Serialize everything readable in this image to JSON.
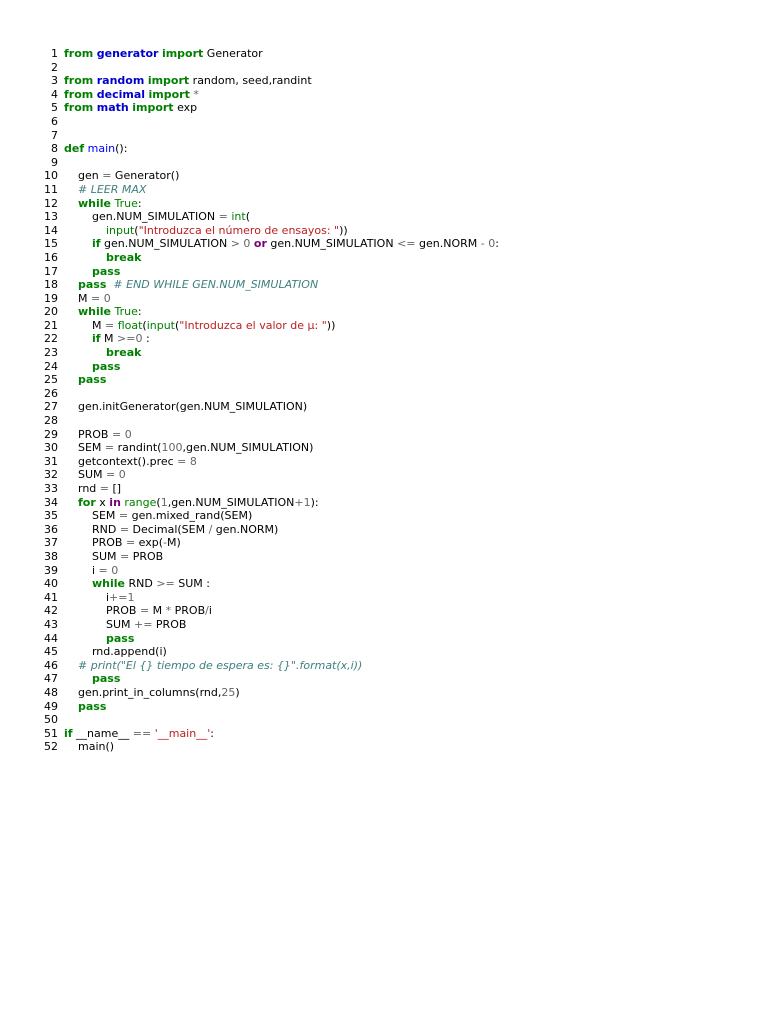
{
  "document": {
    "lines": [
      {
        "n": "1",
        "tokens": [
          [
            "kw",
            "from"
          ],
          [
            "t",
            " "
          ],
          [
            "nm",
            "generator"
          ],
          [
            "t",
            " "
          ],
          [
            "kw",
            "import"
          ],
          [
            "t",
            " Generator"
          ]
        ]
      },
      {
        "n": "2",
        "tokens": []
      },
      {
        "n": "3",
        "tokens": [
          [
            "kw",
            "from"
          ],
          [
            "t",
            " "
          ],
          [
            "nm",
            "random"
          ],
          [
            "t",
            " "
          ],
          [
            "kw",
            "import"
          ],
          [
            "t",
            " random, seed,randint"
          ]
        ]
      },
      {
        "n": "4",
        "tokens": [
          [
            "kw",
            "from"
          ],
          [
            "t",
            " "
          ],
          [
            "nm",
            "decimal"
          ],
          [
            "t",
            " "
          ],
          [
            "kw",
            "import"
          ],
          [
            "t",
            " "
          ],
          [
            "op",
            "*"
          ]
        ]
      },
      {
        "n": "5",
        "tokens": [
          [
            "kw",
            "from"
          ],
          [
            "t",
            " "
          ],
          [
            "nm",
            "math"
          ],
          [
            "t",
            " "
          ],
          [
            "kw",
            "import"
          ],
          [
            "t",
            " exp"
          ]
        ]
      },
      {
        "n": "6",
        "tokens": []
      },
      {
        "n": "7",
        "tokens": []
      },
      {
        "n": "8",
        "tokens": [
          [
            "kw",
            "def"
          ],
          [
            "t",
            " "
          ],
          [
            "fn",
            "main"
          ],
          [
            "t",
            "():"
          ]
        ]
      },
      {
        "n": "9",
        "tokens": []
      },
      {
        "n": "10",
        "tokens": [
          [
            "t",
            "    gen "
          ],
          [
            "op",
            "="
          ],
          [
            "t",
            " Generator()"
          ]
        ]
      },
      {
        "n": "11",
        "tokens": [
          [
            "t",
            "    "
          ],
          [
            "cm",
            "# LEER MAX"
          ]
        ]
      },
      {
        "n": "12",
        "tokens": [
          [
            "t",
            "    "
          ],
          [
            "kw",
            "while"
          ],
          [
            "t",
            " "
          ],
          [
            "bi",
            "True"
          ],
          [
            "t",
            ":"
          ]
        ]
      },
      {
        "n": "13",
        "tokens": [
          [
            "t",
            "        gen.NUM_SIMULATION "
          ],
          [
            "op",
            "="
          ],
          [
            "t",
            " "
          ],
          [
            "bi",
            "int"
          ],
          [
            "t",
            "("
          ]
        ]
      },
      {
        "n": "14",
        "tokens": [
          [
            "t",
            "            "
          ],
          [
            "bi",
            "input"
          ],
          [
            "t",
            "("
          ],
          [
            "str",
            "\"Introduzca el número de ensayos: \""
          ],
          [
            "t",
            "))"
          ]
        ]
      },
      {
        "n": "15",
        "tokens": [
          [
            "t",
            "        "
          ],
          [
            "kw",
            "if"
          ],
          [
            "t",
            " gen.NUM_SIMULATION "
          ],
          [
            "op",
            ">"
          ],
          [
            "t",
            " "
          ],
          [
            "num",
            "0"
          ],
          [
            "t",
            " "
          ],
          [
            "kw2",
            "or"
          ],
          [
            "t",
            " gen.NUM_SIMULATION "
          ],
          [
            "op",
            "<="
          ],
          [
            "t",
            " gen.NORM "
          ],
          [
            "op",
            "-"
          ],
          [
            "t",
            " "
          ],
          [
            "num",
            "0"
          ],
          [
            "t",
            ":"
          ]
        ]
      },
      {
        "n": "16",
        "tokens": [
          [
            "t",
            "            "
          ],
          [
            "kw",
            "break"
          ]
        ]
      },
      {
        "n": "17",
        "tokens": [
          [
            "t",
            "        "
          ],
          [
            "kw",
            "pass"
          ]
        ]
      },
      {
        "n": "18",
        "tokens": [
          [
            "t",
            "    "
          ],
          [
            "kw",
            "pass"
          ],
          [
            "t",
            "  "
          ],
          [
            "cm",
            "# END WHILE GEN.NUM_SIMULATION"
          ]
        ]
      },
      {
        "n": "19",
        "tokens": [
          [
            "t",
            "    M "
          ],
          [
            "op",
            "="
          ],
          [
            "t",
            " "
          ],
          [
            "num",
            "0"
          ]
        ]
      },
      {
        "n": "20",
        "tokens": [
          [
            "t",
            "    "
          ],
          [
            "kw",
            "while"
          ],
          [
            "t",
            " "
          ],
          [
            "bi",
            "True"
          ],
          [
            "t",
            ":"
          ]
        ]
      },
      {
        "n": "21",
        "tokens": [
          [
            "t",
            "        M "
          ],
          [
            "op",
            "="
          ],
          [
            "t",
            " "
          ],
          [
            "bi",
            "float"
          ],
          [
            "t",
            "("
          ],
          [
            "bi",
            "input"
          ],
          [
            "t",
            "("
          ],
          [
            "str",
            "\"Introduzca el valor de µ: \""
          ],
          [
            "t",
            "))"
          ]
        ]
      },
      {
        "n": "22",
        "tokens": [
          [
            "t",
            "        "
          ],
          [
            "kw",
            "if"
          ],
          [
            "t",
            " M "
          ],
          [
            "op",
            ">="
          ],
          [
            "num",
            "0"
          ],
          [
            "t",
            " :"
          ]
        ]
      },
      {
        "n": "23",
        "tokens": [
          [
            "t",
            "            "
          ],
          [
            "kw",
            "break"
          ]
        ]
      },
      {
        "n": "24",
        "tokens": [
          [
            "t",
            "        "
          ],
          [
            "kw",
            "pass"
          ]
        ]
      },
      {
        "n": "25",
        "tokens": [
          [
            "t",
            "    "
          ],
          [
            "kw",
            "pass"
          ]
        ]
      },
      {
        "n": "26",
        "tokens": []
      },
      {
        "n": "27",
        "tokens": [
          [
            "t",
            "    gen.initGenerator(gen.NUM_SIMULATION)"
          ]
        ]
      },
      {
        "n": "28",
        "tokens": []
      },
      {
        "n": "29",
        "tokens": [
          [
            "t",
            "    PROB "
          ],
          [
            "op",
            "="
          ],
          [
            "t",
            " "
          ],
          [
            "num",
            "0"
          ]
        ]
      },
      {
        "n": "30",
        "tokens": [
          [
            "t",
            "    SEM "
          ],
          [
            "op",
            "="
          ],
          [
            "t",
            " randint("
          ],
          [
            "num",
            "100"
          ],
          [
            "t",
            ",gen.NUM_SIMULATION)"
          ]
        ]
      },
      {
        "n": "31",
        "tokens": [
          [
            "t",
            "    getcontext().prec "
          ],
          [
            "op",
            "="
          ],
          [
            "t",
            " "
          ],
          [
            "num",
            "8"
          ]
        ]
      },
      {
        "n": "32",
        "tokens": [
          [
            "t",
            "    SUM "
          ],
          [
            "op",
            "="
          ],
          [
            "t",
            " "
          ],
          [
            "num",
            "0"
          ]
        ]
      },
      {
        "n": "33",
        "tokens": [
          [
            "t",
            "    rnd "
          ],
          [
            "op",
            "="
          ],
          [
            "t",
            " []"
          ]
        ]
      },
      {
        "n": "34",
        "tokens": [
          [
            "t",
            "    "
          ],
          [
            "kw",
            "for"
          ],
          [
            "t",
            " x "
          ],
          [
            "kw2",
            "in"
          ],
          [
            "t",
            " "
          ],
          [
            "bi",
            "range"
          ],
          [
            "t",
            "("
          ],
          [
            "num",
            "1"
          ],
          [
            "t",
            ",gen.NUM_SIMULATION"
          ],
          [
            "op",
            "+"
          ],
          [
            "num",
            "1"
          ],
          [
            "t",
            "):"
          ]
        ]
      },
      {
        "n": "35",
        "tokens": [
          [
            "t",
            "        SEM "
          ],
          [
            "op",
            "="
          ],
          [
            "t",
            " gen.mixed_rand(SEM)"
          ]
        ]
      },
      {
        "n": "36",
        "tokens": [
          [
            "t",
            "        RND "
          ],
          [
            "op",
            "="
          ],
          [
            "t",
            " Decimal(SEM "
          ],
          [
            "op",
            "/"
          ],
          [
            "t",
            " gen.NORM)"
          ]
        ]
      },
      {
        "n": "37",
        "tokens": [
          [
            "t",
            "        PROB "
          ],
          [
            "op",
            "="
          ],
          [
            "t",
            " exp("
          ],
          [
            "op",
            "-"
          ],
          [
            "t",
            "M)"
          ]
        ]
      },
      {
        "n": "38",
        "tokens": [
          [
            "t",
            "        SUM "
          ],
          [
            "op",
            "="
          ],
          [
            "t",
            " PROB"
          ]
        ]
      },
      {
        "n": "39",
        "tokens": [
          [
            "t",
            "        i "
          ],
          [
            "op",
            "="
          ],
          [
            "t",
            " "
          ],
          [
            "num",
            "0"
          ]
        ]
      },
      {
        "n": "40",
        "tokens": [
          [
            "t",
            "        "
          ],
          [
            "kw",
            "while"
          ],
          [
            "t",
            " RND "
          ],
          [
            "op",
            ">="
          ],
          [
            "t",
            " SUM :"
          ]
        ]
      },
      {
        "n": "41",
        "tokens": [
          [
            "t",
            "            i"
          ],
          [
            "op",
            "+="
          ],
          [
            "num",
            "1"
          ]
        ]
      },
      {
        "n": "42",
        "tokens": [
          [
            "t",
            "            PROB "
          ],
          [
            "op",
            "="
          ],
          [
            "t",
            " M "
          ],
          [
            "op",
            "*"
          ],
          [
            "t",
            " PROB"
          ],
          [
            "op",
            "/"
          ],
          [
            "t",
            "i"
          ]
        ]
      },
      {
        "n": "43",
        "tokens": [
          [
            "t",
            "            SUM "
          ],
          [
            "op",
            "+="
          ],
          [
            "t",
            " PROB"
          ]
        ]
      },
      {
        "n": "44",
        "tokens": [
          [
            "t",
            "            "
          ],
          [
            "kw",
            "pass"
          ]
        ]
      },
      {
        "n": "45",
        "tokens": [
          [
            "t",
            "        rnd.append(i)"
          ]
        ]
      },
      {
        "n": "46",
        "tokens": [
          [
            "t",
            "    "
          ],
          [
            "cm",
            "# print(\"El {} tiempo de espera es: {}\".format(x,i))"
          ]
        ]
      },
      {
        "n": "47",
        "tokens": [
          [
            "t",
            "        "
          ],
          [
            "kw",
            "pass"
          ]
        ]
      },
      {
        "n": "48",
        "tokens": [
          [
            "t",
            "    gen.print_in_columns(rnd,"
          ],
          [
            "num",
            "25"
          ],
          [
            "t",
            ")"
          ]
        ]
      },
      {
        "n": "49",
        "tokens": [
          [
            "t",
            "    "
          ],
          [
            "kw",
            "pass"
          ]
        ]
      },
      {
        "n": "50",
        "tokens": []
      },
      {
        "n": "51",
        "tokens": [
          [
            "kw",
            "if"
          ],
          [
            "t",
            " __name__ "
          ],
          [
            "op",
            "=="
          ],
          [
            "t",
            " "
          ],
          [
            "str",
            "'__main__'"
          ],
          [
            "t",
            ":"
          ]
        ]
      },
      {
        "n": "52",
        "tokens": [
          [
            "t",
            "    main()"
          ]
        ]
      }
    ]
  },
  "colors": {
    "keyword": "#008000",
    "module_name": "#0000cc",
    "function_name": "#0000ff",
    "string": "#ba2121",
    "comment": "#408080",
    "number": "#666666",
    "operator_word": "#7a007a"
  }
}
